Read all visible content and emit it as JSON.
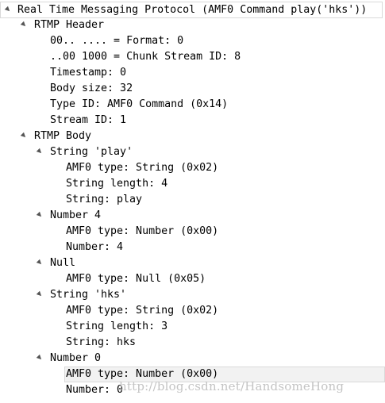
{
  "tree": {
    "root": "Real Time Messaging Protocol (AMF0 Command play('hks'))",
    "rtmp_header": {
      "label": "RTMP Header",
      "fields": [
        "00.. .... = Format: 0",
        "..00 1000 = Chunk Stream ID: 8",
        "Timestamp: 0",
        "Body size: 32",
        "Type ID: AMF0 Command (0x14)",
        "Stream ID: 1"
      ]
    },
    "rtmp_body": {
      "label": "RTMP Body",
      "items": [
        {
          "label": "String 'play'",
          "fields": [
            "AMF0 type: String (0x02)",
            "String length: 4",
            "String: play"
          ]
        },
        {
          "label": "Number 4",
          "fields": [
            "AMF0 type: Number (0x00)",
            "Number: 4"
          ]
        },
        {
          "label": "Null",
          "fields": [
            "AMF0 type: Null (0x05)"
          ]
        },
        {
          "label": "String 'hks'",
          "fields": [
            "AMF0 type: String (0x02)",
            "String length: 3",
            "String: hks"
          ]
        },
        {
          "label": "Number 0",
          "fields": [
            "AMF0 type: Number (0x00)",
            "Number: 0"
          ]
        }
      ]
    }
  },
  "watermark": "http://blog.csdn.net/HandsomeHong"
}
